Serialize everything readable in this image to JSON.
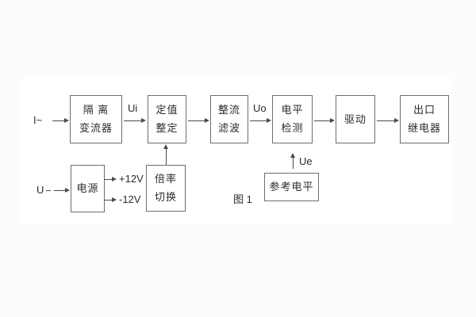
{
  "figure": {
    "caption": "图 1",
    "colors": {
      "background": "#fcfcfc",
      "card": "#ffffff",
      "line": "#4a4a4a",
      "box_border": "#6e6e6e",
      "text": "#2b2b2b"
    },
    "inputs": {
      "current": "I~",
      "voltage": "U"
    },
    "signal_labels": {
      "ui": "Ui",
      "uo": "Uo",
      "ue": "Ue"
    },
    "power_rails": {
      "positive": "+12V",
      "negative": "-12V"
    },
    "blocks": {
      "isolation_transformer": {
        "line1": "隔 离",
        "line2": "变流器"
      },
      "setting_adjust": {
        "line1": "定值",
        "line2": "整定"
      },
      "rectifier_filter": {
        "line1": "整流",
        "line2": "滤波"
      },
      "level_detection": {
        "line1": "电平",
        "line2": "检测"
      },
      "driver": {
        "line1": "驱动"
      },
      "output_relay": {
        "line1": "出口",
        "line2": "继电器"
      },
      "power_supply": {
        "line1": "电源"
      },
      "ratio_switch": {
        "line1": "倍率",
        "line2": "切换"
      },
      "reference_level": {
        "line1": "参考电平"
      }
    }
  }
}
